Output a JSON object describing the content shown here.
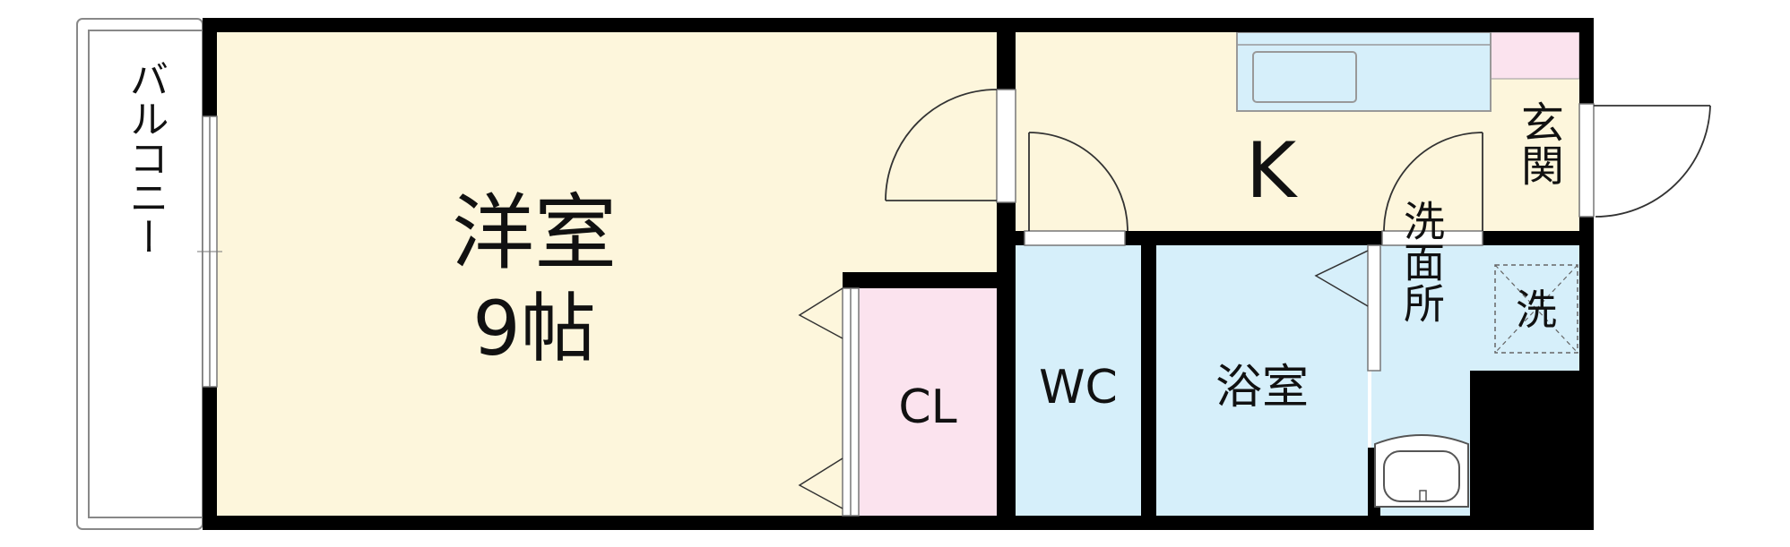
{
  "rooms": {
    "western": {
      "label": "洋室",
      "size": "9帖"
    },
    "kitchen": {
      "label": "K"
    },
    "entrance": {
      "label": "玄関"
    },
    "closet": {
      "label": "CL"
    },
    "toilet": {
      "label": "WC"
    },
    "bath": {
      "label": "浴室"
    },
    "washroom": {
      "label": "洗面所"
    },
    "laundry": {
      "label": "洗"
    },
    "balcony": {
      "label": "バルコニー"
    }
  },
  "colors": {
    "wall": "#000000",
    "floor_western": "#fdf6dc",
    "floor_kitchen": "#fdf6dc",
    "floor_entrance": "#fdf6dc",
    "wet_area": "#d6effa",
    "closet": "#fbe3ee",
    "shoes": "#fbe3ee"
  }
}
